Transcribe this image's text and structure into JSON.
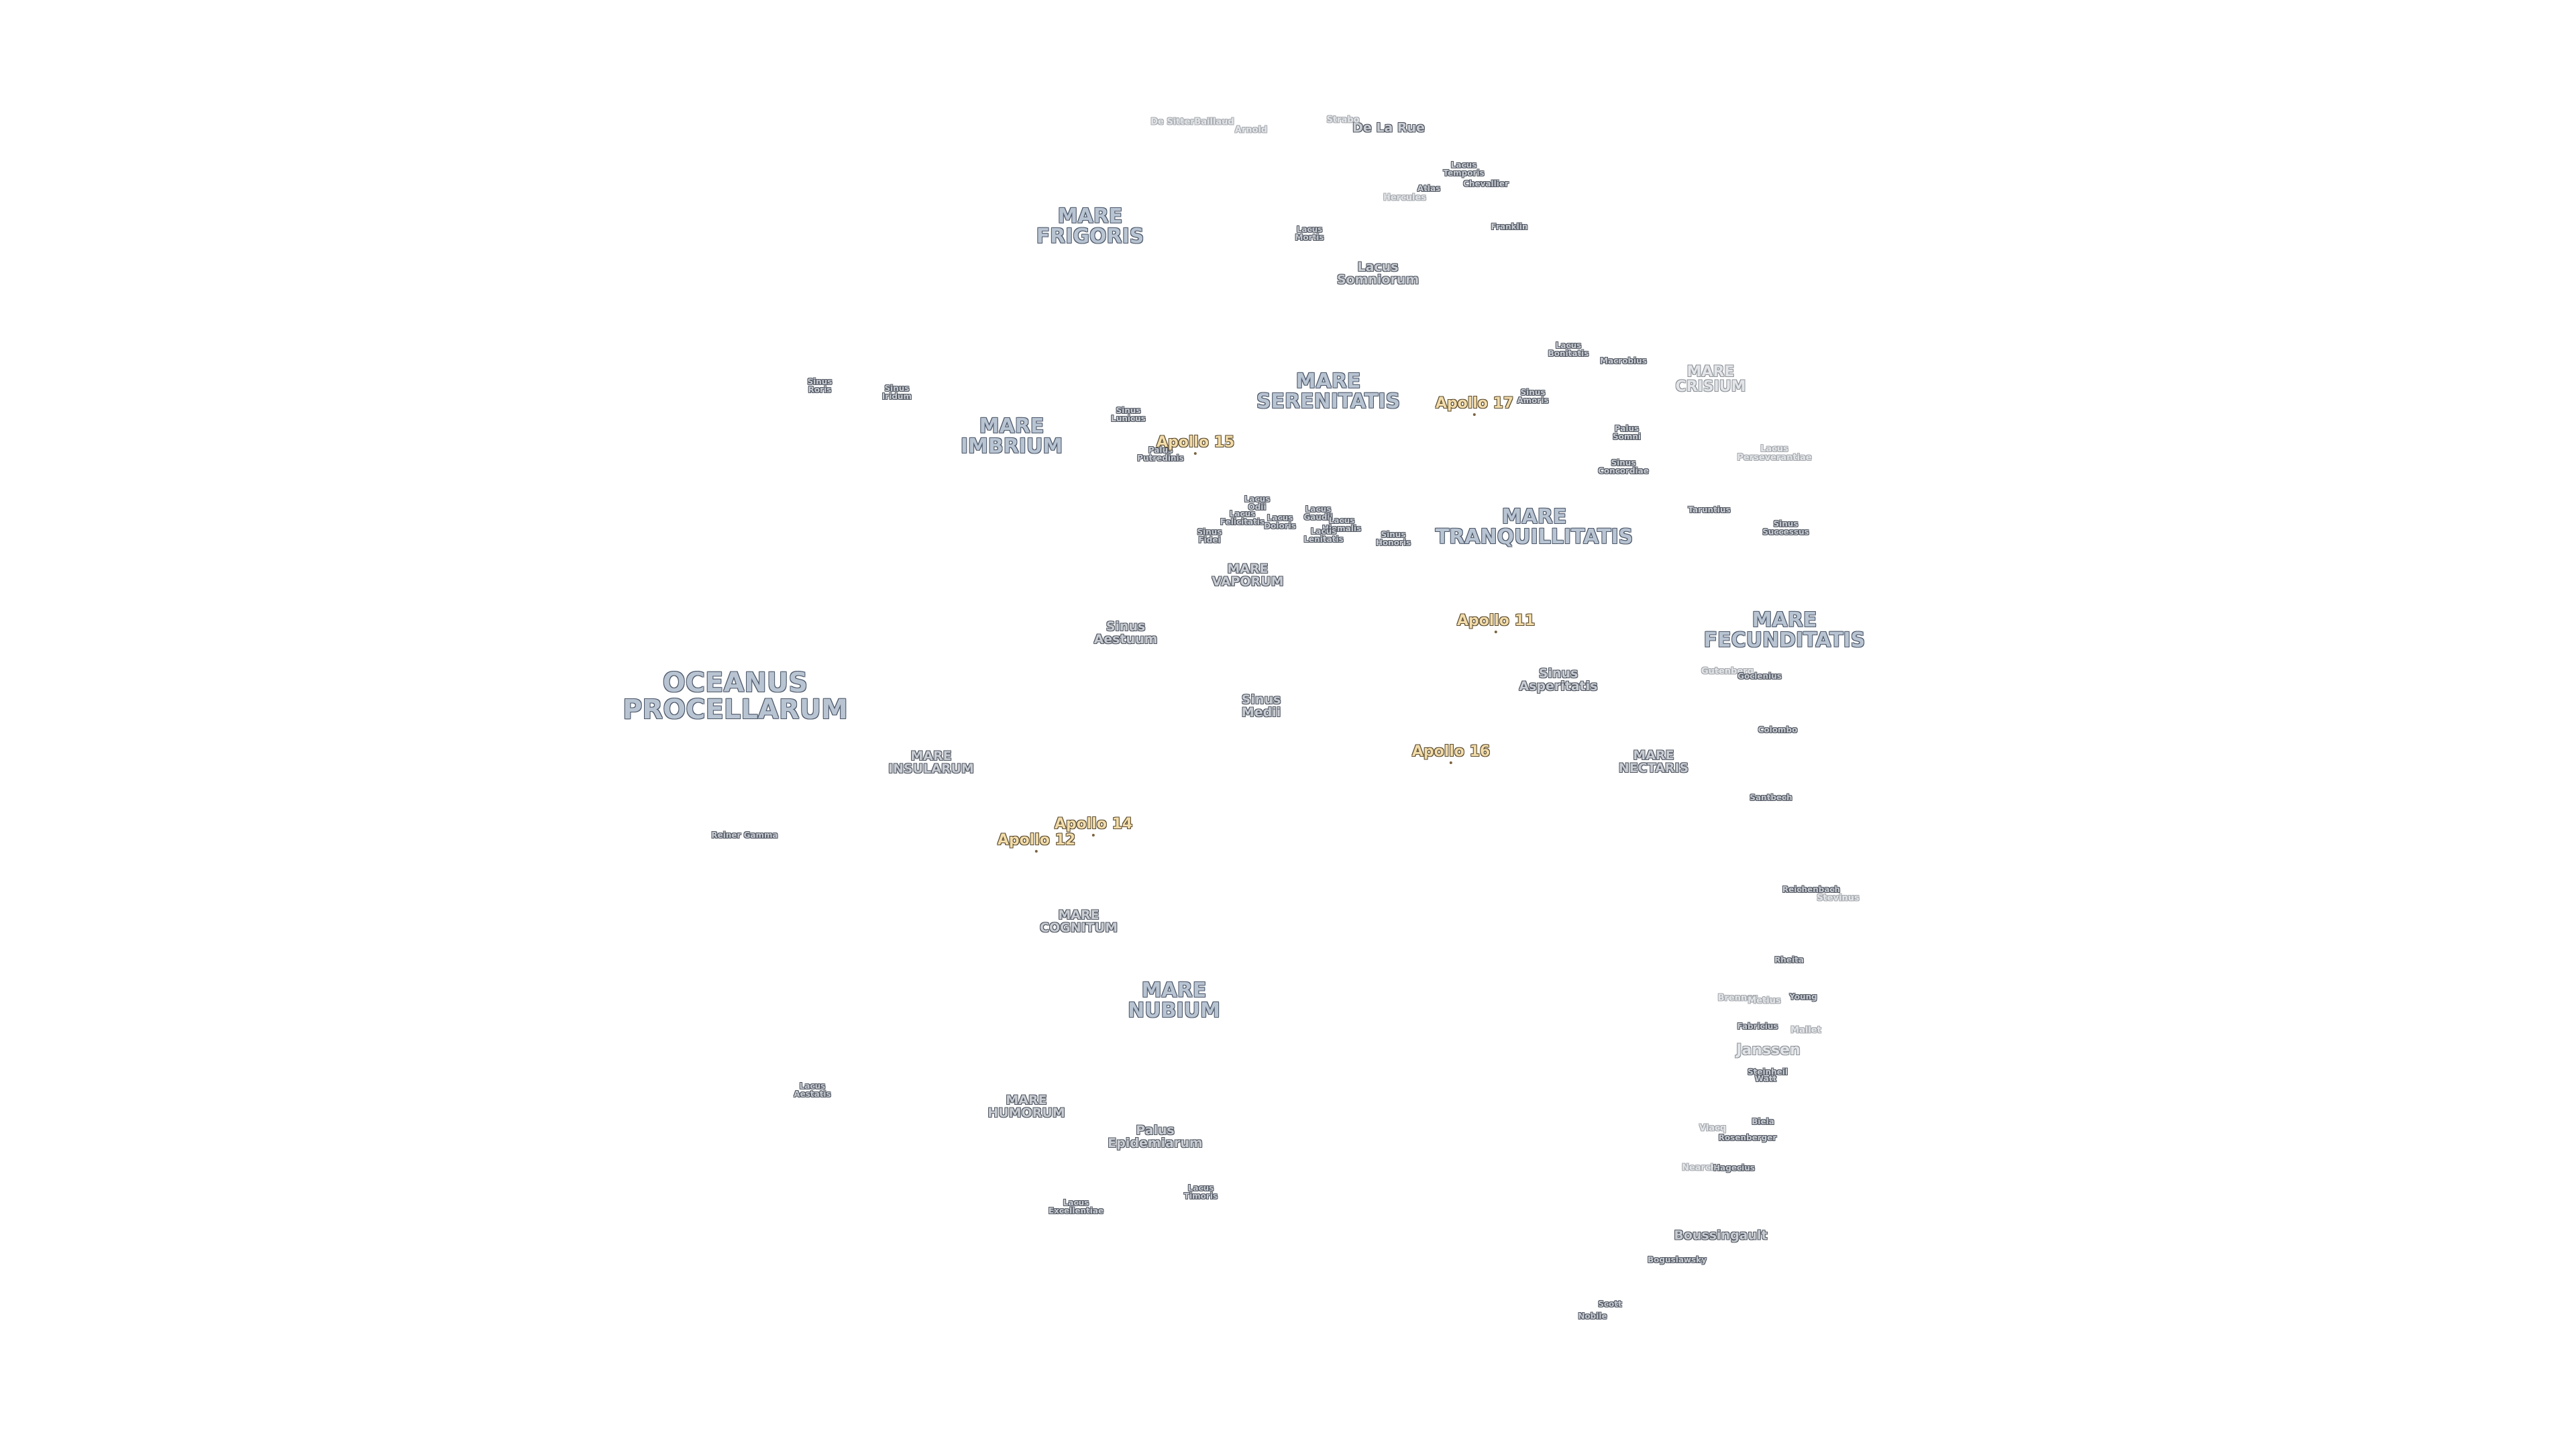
{
  "labels": [
    {
      "id": "oceanus-procellarum",
      "text": "OCEANUS\nPROCELLARUM",
      "kind": "ocean"
    },
    {
      "id": "mare-frigoris",
      "text": "MARE\nFRIGORIS",
      "kind": "mare"
    },
    {
      "id": "mare-imbrium",
      "text": "MARE\nIMBRIUM",
      "kind": "mare"
    },
    {
      "id": "mare-serenitatis",
      "text": "MARE\nSERENITATIS",
      "kind": "mare"
    },
    {
      "id": "mare-crisium",
      "text": "MARE\nCRISIUM",
      "kind": "faded-lg"
    },
    {
      "id": "mare-tranquillitatis",
      "text": "MARE\nTRANQUILLITATIS",
      "kind": "mare"
    },
    {
      "id": "mare-fecunditatis",
      "text": "MARE\nFECUNDITATIS",
      "kind": "mare"
    },
    {
      "id": "mare-vaporum",
      "text": "MARE\nVAPORUM",
      "kind": "small"
    },
    {
      "id": "mare-insularum",
      "text": "MARE\nINSULARUM",
      "kind": "small"
    },
    {
      "id": "mare-nectaris",
      "text": "MARE\nNECTARIS",
      "kind": "small"
    },
    {
      "id": "mare-cognitum",
      "text": "MARE\nCOGNITUM",
      "kind": "small"
    },
    {
      "id": "mare-nubium",
      "text": "MARE\nNUBIUM",
      "kind": "mare"
    },
    {
      "id": "mare-humorum",
      "text": "MARE\nHUMORUM",
      "kind": "small"
    },
    {
      "id": "lacus-somniorum",
      "text": "Lacus\nSomniorum",
      "kind": "small"
    },
    {
      "id": "lacus-mortis",
      "text": "Lacus\nMortis",
      "kind": "tiny"
    },
    {
      "id": "lacus-temporis",
      "text": "Lacus\nTemporis",
      "kind": "tiny"
    },
    {
      "id": "chevallier",
      "text": "Chevallier",
      "kind": "tiny"
    },
    {
      "id": "atlas",
      "text": "Atlas",
      "kind": "tiny"
    },
    {
      "id": "hercules",
      "text": "Hercules",
      "kind": "faded"
    },
    {
      "id": "franklin",
      "text": "Franklin",
      "kind": "tiny"
    },
    {
      "id": "de-la-rue",
      "text": "De La Rue",
      "kind": "small"
    },
    {
      "id": "strabo",
      "text": "Strabo",
      "kind": "faded"
    },
    {
      "id": "de-sitter",
      "text": "De Sitter",
      "kind": "faded"
    },
    {
      "id": "baillaud",
      "text": "Baillaud",
      "kind": "faded"
    },
    {
      "id": "arnold",
      "text": "Arnold",
      "kind": "faded"
    },
    {
      "id": "lacus-bonitatis",
      "text": "Lacus\nBonitatis",
      "kind": "tiny"
    },
    {
      "id": "macrobius",
      "text": "Macrobius",
      "kind": "tiny"
    },
    {
      "id": "sinus-amoris",
      "text": "Sinus\nAmoris",
      "kind": "tiny"
    },
    {
      "id": "palus-somni",
      "text": "Palus\nSomni",
      "kind": "tiny"
    },
    {
      "id": "sinus-concordiae",
      "text": "Sinus\nConcordiae",
      "kind": "tiny"
    },
    {
      "id": "lacus-perseverantiae",
      "text": "Lacus\nPerseverantiae",
      "kind": "faded"
    },
    {
      "id": "taruntius",
      "text": "Taruntius",
      "kind": "tiny"
    },
    {
      "id": "sinus-successus",
      "text": "Sinus\nSuccessus",
      "kind": "tiny"
    },
    {
      "id": "sinus-roris",
      "text": "Sinus\nRoris",
      "kind": "tiny"
    },
    {
      "id": "sinus-iridum",
      "text": "Sinus\nIridum",
      "kind": "tiny"
    },
    {
      "id": "sinus-lunicus",
      "text": "Sinus\nLunicus",
      "kind": "tiny"
    },
    {
      "id": "palus-putredinis",
      "text": "Palus\nPutredinis",
      "kind": "tiny"
    },
    {
      "id": "lacus-odii",
      "text": "Lacus\nOdii",
      "kind": "tiny"
    },
    {
      "id": "lacus-felicitatis",
      "text": "Lacus\nFelicitatis",
      "kind": "tiny"
    },
    {
      "id": "lacus-doloris",
      "text": "Lacus\nDoloris",
      "kind": "tiny"
    },
    {
      "id": "lacus-gaudii",
      "text": "Lacus\nGaudii",
      "kind": "tiny"
    },
    {
      "id": "lacus-hiemalis",
      "text": "Lacus\nHiemalis",
      "kind": "tiny"
    },
    {
      "id": "lacus-lenitatis",
      "text": "Lacus\nLenitatis",
      "kind": "tiny"
    },
    {
      "id": "sinus-fidei",
      "text": "Sinus\nFidei",
      "kind": "tiny"
    },
    {
      "id": "sinus-honoris",
      "text": "Sinus\nHonoris",
      "kind": "tiny"
    },
    {
      "id": "sinus-aestuum",
      "text": "Sinus\nAestuum",
      "kind": "small"
    },
    {
      "id": "sinus-medii",
      "text": "Sinus\nMedii",
      "kind": "small"
    },
    {
      "id": "sinus-asperitatis",
      "text": "Sinus\nAsperitatis",
      "kind": "small"
    },
    {
      "id": "gutenberg",
      "text": "Gutenberg",
      "kind": "faded"
    },
    {
      "id": "goclenius",
      "text": "Goclenius",
      "kind": "tiny"
    },
    {
      "id": "colombo",
      "text": "Colombo",
      "kind": "tiny"
    },
    {
      "id": "santbech",
      "text": "Santbech",
      "kind": "tiny"
    },
    {
      "id": "reichenbach",
      "text": "Reichenbach",
      "kind": "tiny"
    },
    {
      "id": "stevinus",
      "text": "Stevinus",
      "kind": "faded"
    },
    {
      "id": "rheita",
      "text": "Rheita",
      "kind": "tiny"
    },
    {
      "id": "brenner",
      "text": "Brenner",
      "kind": "faded"
    },
    {
      "id": "metius",
      "text": "Metius",
      "kind": "faded"
    },
    {
      "id": "young",
      "text": "Young",
      "kind": "tiny"
    },
    {
      "id": "fabricius",
      "text": "Fabricius",
      "kind": "tiny"
    },
    {
      "id": "mallet",
      "text": "Mallet",
      "kind": "faded"
    },
    {
      "id": "janssen",
      "text": "Janssen",
      "kind": "faded-lg"
    },
    {
      "id": "steinheil",
      "text": "Steinheil",
      "kind": "tiny"
    },
    {
      "id": "watt",
      "text": "Watt",
      "kind": "tiny"
    },
    {
      "id": "biela",
      "text": "Biela",
      "kind": "tiny"
    },
    {
      "id": "vlacq",
      "text": "Vlacq",
      "kind": "faded"
    },
    {
      "id": "rosenberger",
      "text": "Rosenberger",
      "kind": "tiny"
    },
    {
      "id": "nearch",
      "text": "Nearch",
      "kind": "faded"
    },
    {
      "id": "hagecius",
      "text": "Hagecius",
      "kind": "tiny"
    },
    {
      "id": "boussingault",
      "text": "Boussingault",
      "kind": "small"
    },
    {
      "id": "boguslawsky",
      "text": "Boguslawsky",
      "kind": "tiny"
    },
    {
      "id": "scott",
      "text": "Scott",
      "kind": "tiny"
    },
    {
      "id": "nobile",
      "text": "Nobile",
      "kind": "tiny"
    },
    {
      "id": "reiner-gamma",
      "text": "Reiner Gamma",
      "kind": "tiny"
    },
    {
      "id": "lacus-aestatis",
      "text": "Lacus\nAestatis",
      "kind": "tiny"
    },
    {
      "id": "palus-epidemiarum",
      "text": "Palus\nEpidemiarum",
      "kind": "small"
    },
    {
      "id": "lacus-timoris",
      "text": "Lacus\nTimoris",
      "kind": "tiny"
    },
    {
      "id": "lacus-excellentiae",
      "text": "Lacus\nExcellentiae",
      "kind": "tiny"
    },
    {
      "id": "apollo-15",
      "text": "Apollo 15",
      "kind": "apollo"
    },
    {
      "id": "apollo-17",
      "text": "Apollo 17",
      "kind": "apollo"
    },
    {
      "id": "apollo-11",
      "text": "Apollo 11",
      "kind": "apollo"
    },
    {
      "id": "apollo-16",
      "text": "Apollo 16",
      "kind": "apollo"
    },
    {
      "id": "apollo-14",
      "text": "Apollo 14",
      "kind": "apollo"
    },
    {
      "id": "apollo-12",
      "text": "Apollo 12",
      "kind": "apollo"
    }
  ]
}
